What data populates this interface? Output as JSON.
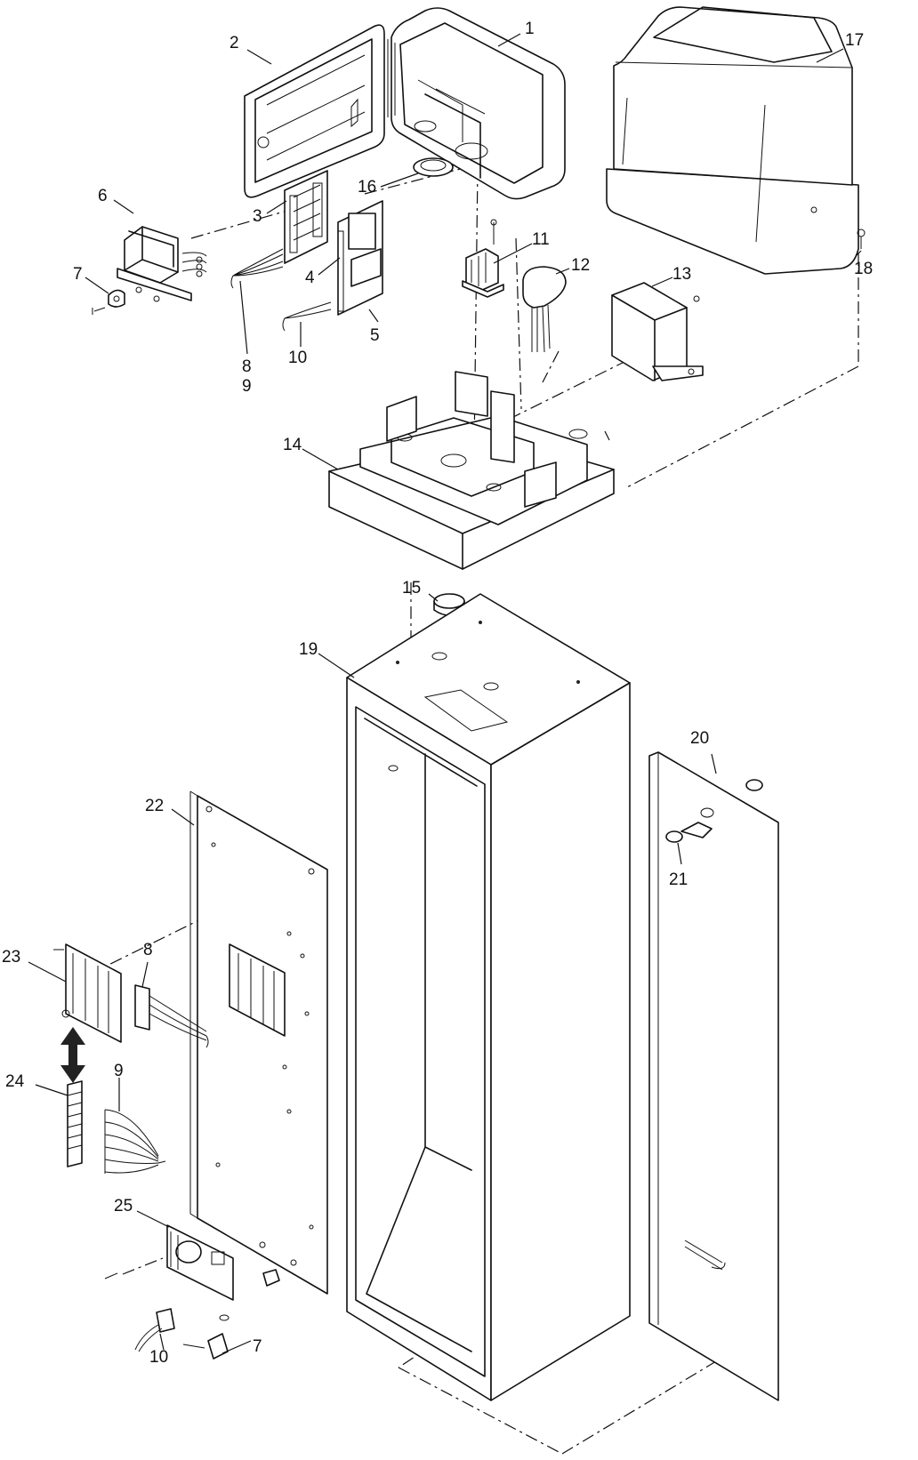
{
  "callouts": {
    "c1": "1",
    "c2": "2",
    "c3": "3",
    "c4": "4",
    "c5": "5",
    "c6": "6",
    "c7a": "7",
    "c7b": "7",
    "c8a": "8",
    "c8b": "8",
    "c9a": "9",
    "c9b": "9",
    "c10a": "10",
    "c10b": "10",
    "c11": "11",
    "c12": "12",
    "c13": "13",
    "c14": "14",
    "c15": "15",
    "c16": "16",
    "c17": "17",
    "c18": "18",
    "c19": "19",
    "c20": "20",
    "c21": "21",
    "c22": "22",
    "c23": "23",
    "c24": "24",
    "c25": "25"
  },
  "icons": {
    "double_arrow": "double-vertical-arrow-icon"
  }
}
